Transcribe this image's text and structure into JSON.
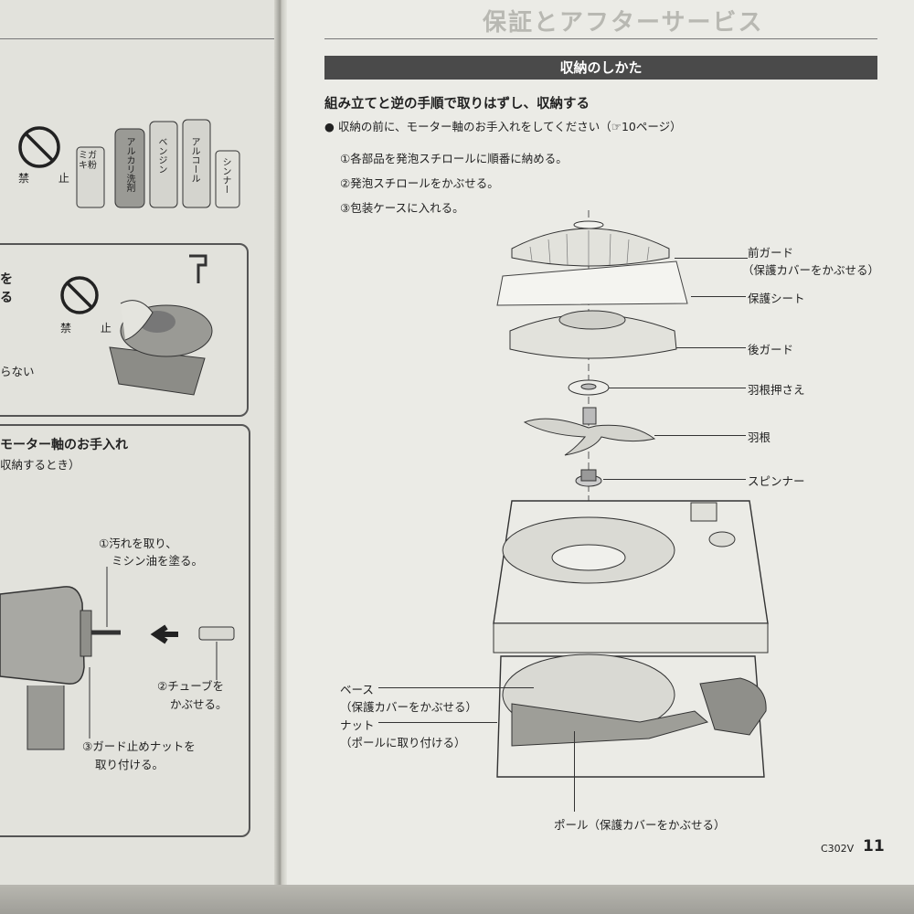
{
  "header": {
    "ghost_text": "保証とアフターサービス"
  },
  "left_page": {
    "prohibition_1": "禁 止",
    "bottles": [
      "ミガキ粉",
      "アルカリ洗剤",
      "ベンジン",
      "アルコール",
      "シンナー"
    ],
    "wash_fragment": [
      "を",
      "る"
    ],
    "prohibition_2": "禁 止",
    "naranai_fragment": "らない",
    "motor_title": "モーター軸のお手入れ",
    "motor_subtitle": "収納するとき）",
    "steps": {
      "step1": "①汚れを取り、",
      "step1b": "ミシン油を塗る。",
      "step2": "②チューブを",
      "step2b": "かぶせる。",
      "step3": "③ガード止めナットを",
      "step3b": "取り付ける。"
    }
  },
  "right_page": {
    "section_title": "収納のしかた",
    "heading": "組み立てと逆の手順で取りはずし、収納する",
    "note": "● 収納の前に、モーター軸のお手入れをしてください（☞10ページ）",
    "steps": [
      "①各部品を発泡スチロールに順番に納める。",
      "②発泡スチロールをかぶせる。",
      "③包装ケースに入れる。"
    ],
    "parts": {
      "front_guard": "前ガード",
      "front_guard_note": "（保護カバーをかぶせる）",
      "protect_sheet": "保護シート",
      "rear_guard": "後ガード",
      "blade_holder": "羽根押さえ",
      "blade": "羽根",
      "spinner": "スピンナー",
      "base": "ベース",
      "base_note": "（保護カバーをかぶせる）",
      "nut": "ナット",
      "nut_note": "（ポールに取り付ける）",
      "pole": "ポール（保護カバーをかぶせる）"
    },
    "footer": {
      "model": "C302V",
      "page_number": "11"
    }
  }
}
